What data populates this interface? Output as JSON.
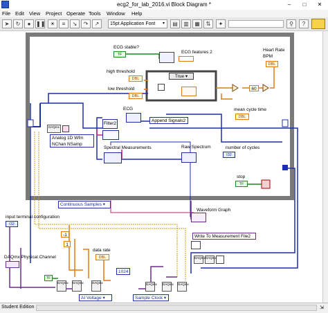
{
  "window": {
    "title": "ecg2_for_lab_2016.vi Block Diagram *"
  },
  "menu": [
    "File",
    "Edit",
    "View",
    "Project",
    "Operate",
    "Tools",
    "Window",
    "Help"
  ],
  "toolbar": {
    "font": "15pt Application Font",
    "font_arrow": "▾",
    "icons": [
      "run-arrow-icon",
      "run-continuously-icon",
      "abort-icon",
      "pause-icon",
      "highlight-execution-icon",
      "retain-wire-values-icon",
      "step-into-icon",
      "step-over-icon",
      "step-out-icon",
      "align-icon",
      "distribute-icon",
      "resize-icon",
      "reorder-icon",
      "clean-up-icon",
      "search-icon",
      "help-icon"
    ]
  },
  "diagram": {
    "ecg_stable_label": "ECG stable?",
    "ecg_stable_term": "TF",
    "ecg_features_label": "ECG features 2",
    "heart_rate_label": "Heart Rate",
    "heart_rate_units": "BPM",
    "heart_rate_term": "DBL",
    "high_threshold_label": "high threshold",
    "high_threshold_term": "DBL",
    "low_threshold_label": "low threshold",
    "low_threshold_term": "DBL",
    "case_selector": "True",
    "const_60": "60",
    "mean_cycle_time_label": "mean cycle time",
    "mean_cycle_time_term": "DBL",
    "ecg_label": "ECG",
    "filter_label": "Filter2",
    "append_signals_label": "Append Signals2",
    "analog_wfm_line1": "Analog 1D Wfm",
    "analog_wfm_line2": "NChan NSamp",
    "spectral_label": "Spectral Measurements",
    "raw_spectrum_label": "Raw Spectrum",
    "number_of_cycles_label": "number of cycles",
    "number_of_cycles_term": "I32",
    "stop_label": "stop",
    "stop_term": "TF",
    "continuous_samples": "Continuous Samples",
    "waveform_graph_label": "Waveform Graph",
    "input_terminal_label": "input terminal configuration",
    "input_terminal_term": "I32",
    "const_neg1": "-1",
    "const_1": "1",
    "data_rate_label": "data rate",
    "data_rate_term": "DBL",
    "const_1024": "1024",
    "write_to_meas_label": "Write To Measurement File2",
    "daqmx_channel_label": "DAQmx Physical Channel",
    "ai_voltage": "AI Voltage",
    "sample_clock": "Sample Clock",
    "daqmx_node_text": "DAQmx"
  },
  "status": {
    "student_edition": "Student Edition"
  },
  "colors": {
    "wire_blue": "#1c2fa8",
    "wire_orange": "#e07a10",
    "wire_green": "#1a8a1a",
    "wire_pink": "#c8207a",
    "wire_purple": "#6a2a8a",
    "wire_gold": "#c8a000",
    "loop_gray": "#606060"
  }
}
